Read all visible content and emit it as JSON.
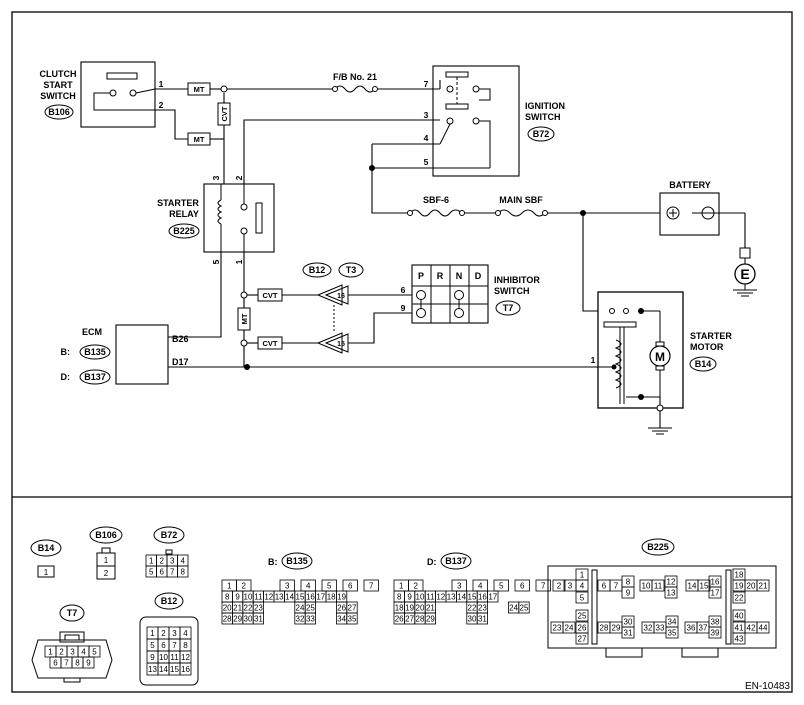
{
  "components": {
    "clutch_start_switch": {
      "name_lines": [
        "CLUTCH",
        "START",
        "SWITCH"
      ],
      "code": "B106"
    },
    "ignition_switch": {
      "name_lines": [
        "IGNITION",
        "SWITCH"
      ],
      "code": "B72"
    },
    "starter_relay": {
      "name_lines": [
        "STARTER",
        "RELAY"
      ],
      "code": "B225"
    },
    "inhibitor_switch": {
      "name_lines": [
        "INHIBITOR",
        "SWITCH"
      ],
      "code": "T7",
      "positions": [
        "P",
        "R",
        "N",
        "D"
      ]
    },
    "battery": {
      "name": "BATTERY"
    },
    "starter_motor": {
      "name_lines": [
        "STARTER",
        "MOTOR"
      ],
      "code": "B14",
      "symbol": "M"
    },
    "ecm": {
      "name": "ECM",
      "prefix_b": "B:",
      "code_b": "B135",
      "prefix_d": "D:",
      "code_d": "B137",
      "pin_b26": "B26",
      "pin_d17": "D17"
    },
    "ground_e": {
      "symbol": "E"
    }
  },
  "fuses": {
    "fb21": "F/B No. 21",
    "sbf6": "SBF-6",
    "main_sbf": "MAIN SBF"
  },
  "connector_codes": {
    "b12": "B12",
    "t3": "T3"
  },
  "boxes": {
    "mt": "MT",
    "cvt": "CVT"
  },
  "pins": {
    "p1": "1",
    "p2": "2",
    "p3": "3",
    "p4": "4",
    "p5": "5",
    "p6": "6",
    "p7": "7",
    "p9": "9",
    "p15": "15",
    "p16": "16"
  },
  "connectors": {
    "b14": {
      "code": "B14",
      "cells": [
        "1"
      ]
    },
    "b106": {
      "code": "B106",
      "cells": [
        "1",
        "2"
      ]
    },
    "b72": {
      "code": "B72",
      "cells": [
        "1",
        "2",
        "3",
        "4",
        "5",
        "6",
        "7",
        "8"
      ]
    },
    "b135": {
      "prefix": "B:",
      "code": "B135",
      "row1": [
        "1",
        "2",
        "3",
        "4",
        "5",
        "6",
        "7"
      ],
      "row2": [
        "8",
        "9",
        "10",
        "11",
        "12",
        "13",
        "14",
        "15",
        "16",
        "17",
        "18",
        "19"
      ],
      "row3": [
        "20",
        "21",
        "22",
        "23",
        "24",
        "25",
        "26",
        "27"
      ],
      "row4": [
        "28",
        "29",
        "30",
        "31",
        "32",
        "33",
        "34",
        "35"
      ]
    },
    "b137": {
      "prefix": "D:",
      "code": "B137",
      "row1": [
        "1",
        "2",
        "3",
        "4",
        "5",
        "6",
        "7"
      ],
      "row2": [
        "8",
        "9",
        "10",
        "11",
        "12",
        "13",
        "14",
        "15",
        "16",
        "17"
      ],
      "row3": [
        "18",
        "19",
        "20",
        "21",
        "22",
        "23",
        "24",
        "25"
      ],
      "row4": [
        "26",
        "27",
        "28",
        "29",
        "30",
        "31"
      ]
    },
    "t7": {
      "code": "T7",
      "cells": [
        "1",
        "2",
        "3",
        "4",
        "5",
        "6",
        "7",
        "8",
        "9"
      ]
    },
    "b12": {
      "code": "B12",
      "cells": [
        "1",
        "2",
        "3",
        "4",
        "5",
        "6",
        "7",
        "8",
        "9",
        "10",
        "11",
        "12",
        "13",
        "14",
        "15",
        "16"
      ]
    },
    "b225": {
      "code": "B225",
      "cells": [
        "1",
        "2",
        "3",
        "4",
        "5",
        "6",
        "7",
        "8",
        "9",
        "10",
        "11",
        "12",
        "13",
        "14",
        "15",
        "16",
        "17",
        "18",
        "19",
        "20",
        "21",
        "22",
        "23",
        "24",
        "25",
        "26",
        "27",
        "28",
        "29",
        "30",
        "31",
        "32",
        "33",
        "34",
        "35",
        "36",
        "37",
        "38",
        "39",
        "40",
        "41",
        "42",
        "43",
        "44"
      ]
    }
  },
  "figure_code": "EN-10483"
}
